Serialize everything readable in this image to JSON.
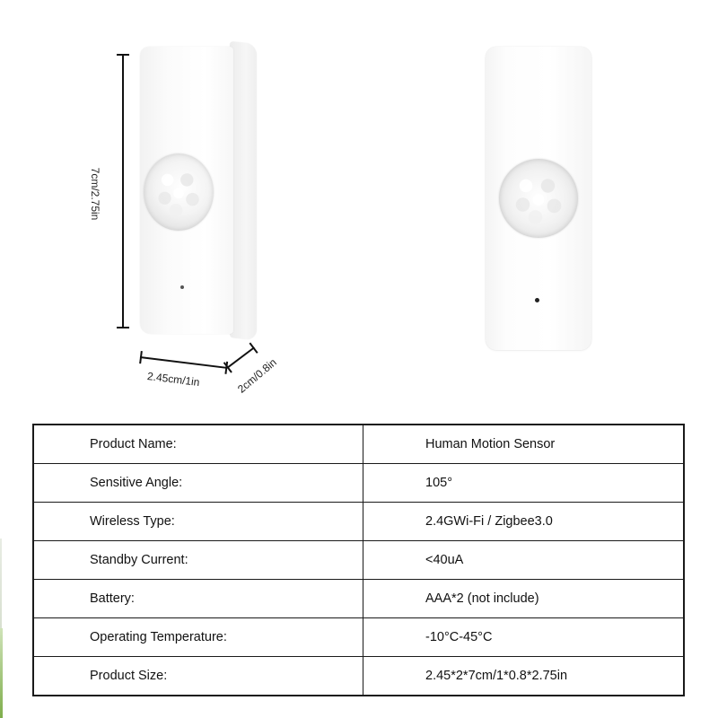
{
  "product_images": {
    "left_view": "sensor-angled-view",
    "right_view": "sensor-front-view"
  },
  "dimensions": {
    "height": "7cm/2.75in",
    "width": "2.45cm/1in",
    "depth": "2cm/0.8in"
  },
  "specs": {
    "rows": [
      {
        "label": "Product Name:",
        "value": "Human Motion Sensor"
      },
      {
        "label": "Sensitive Angle:",
        "value": "105°"
      },
      {
        "label": "Wireless Type:",
        "value": "2.4GWi-Fi / Zigbee3.0"
      },
      {
        "label": "Standby Current:",
        "value": "<40uA"
      },
      {
        "label": "Battery:",
        "value": "AAA*2 (not include)"
      },
      {
        "label": "Operating Temperature:",
        "value": "-10°C-45°C"
      },
      {
        "label": "Product Size:",
        "value": "2.45*2*7cm/1*0.8*2.75in"
      }
    ]
  },
  "colors": {
    "background": "#ffffff",
    "text": "#111111",
    "border": "#1a1a1a",
    "product_body": "#f8f8f8"
  }
}
